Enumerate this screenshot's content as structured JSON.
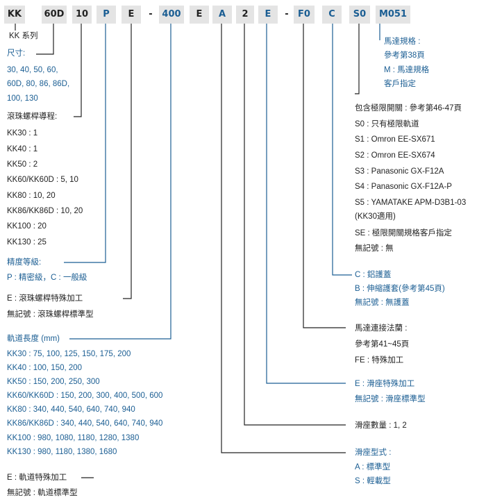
{
  "code_boxes": [
    {
      "label": "KK"
    },
    {
      "label": "60D"
    },
    {
      "label": "10"
    },
    {
      "label": "P"
    },
    {
      "label": "E"
    },
    {
      "label": "-"
    },
    {
      "label": "400"
    },
    {
      "label": "E"
    },
    {
      "label": "A"
    },
    {
      "label": "2"
    },
    {
      "label": "E"
    },
    {
      "label": "-"
    },
    {
      "label": "F0"
    },
    {
      "label": "C"
    },
    {
      "label": "S0"
    },
    {
      "label": "M051"
    }
  ],
  "left": {
    "series": "KK 系列",
    "size_title": "尺寸:",
    "size_values": [
      "30, 40, 50, 60,",
      "60D, 80, 86, 86D,",
      "100, 130"
    ],
    "lead_title": "滾珠螺桿導程:",
    "lead_values": [
      "KK30 : 1",
      "KK40 : 1",
      "KK50 : 2",
      "KK60/KK60D : 5, 10",
      "KK80 : 10, 20",
      "KK86/KK86D : 10, 20",
      "KK100 : 20",
      "KK130 : 25"
    ],
    "accuracy_title": "精度等級:",
    "accuracy_desc": "P : 精密級，C : 一般級",
    "screw_special": "E : 滾珠螺桿特殊加工",
    "screw_standard": "無記號 : 滾珠螺桿標準型",
    "rail_title": "軌道長度 (mm)",
    "rail_values": [
      "KK30 : 75, 100, 125, 150, 175, 200",
      "KK40 : 100, 150, 200",
      "KK50 : 150, 200, 250, 300",
      "KK60/KK60D : 150, 200, 300,  400,  500, 600",
      "KK80 : 340, 440, 540, 640, 740, 940",
      "KK86/KK86D : 340, 440, 540, 640, 740, 940",
      "KK100 : 980, 1080, 1180, 1280, 1380",
      "KK130 : 980, 1180, 1380, 1680"
    ],
    "rail_special": "E : 軌道特殊加工",
    "rail_standard": "無記號 : 軌道標準型"
  },
  "right": {
    "motor_spec": [
      "馬達規格 :",
      "參考第38頁",
      "M : 馬達規格",
      "客戶指定"
    ],
    "limit_title": "包含極限開關 : 參考第46-47頁",
    "limit_values": [
      "S0 : 只有極限軌道",
      "S1 : Omron EE-SX671",
      "S2 : Omron EE-SX674",
      "S3 : Panasonic GX-F12A",
      "S4 : Panasonic GX-F12A-P",
      "S5 : YAMATAKE APM-D3B1-03",
      "(KK30適用)",
      "SE : 極限開關規格客戶指定",
      "無記號 : 無"
    ],
    "cover": [
      "C : 鋁護蓋",
      "B : 伸縮護套(參考第45頁)",
      "無記號 : 無護蓋"
    ],
    "flange": [
      "馬達連接法蘭 :",
      "參考第41~45頁",
      "FE : 特殊加工"
    ],
    "slider_special": [
      "E : 滑座特殊加工",
      "無記號 : 滑座標準型"
    ],
    "slider_count": "滑座數量 : 1, 2",
    "slider_type": [
      "滑座型式 :",
      "A : 標準型",
      "S : 輕載型"
    ]
  },
  "colors": {
    "accent": "#1b5e93",
    "text": "#222222",
    "box": "#e4e4e4"
  }
}
